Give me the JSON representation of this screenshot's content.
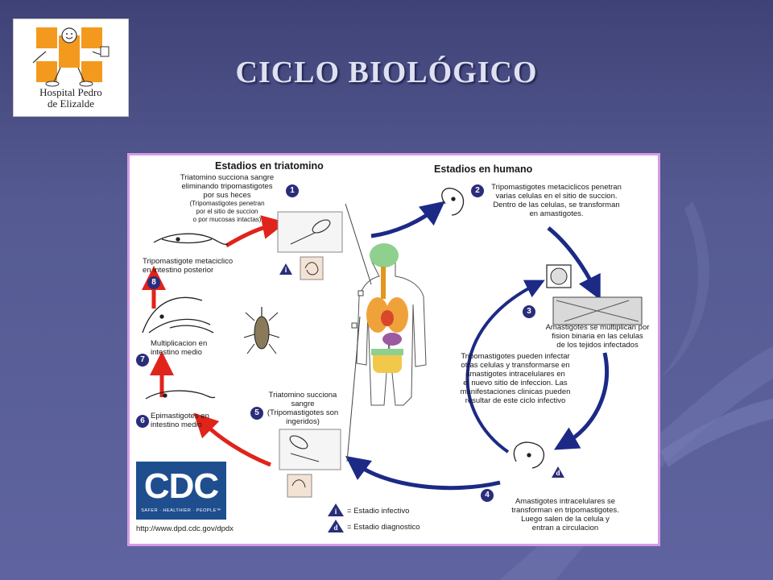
{
  "slide": {
    "title": "CICLO BIOLÓGICO",
    "logo_text_line1": "Hospital Pedro",
    "logo_text_line2": "de Elizalde"
  },
  "figure": {
    "header_left": "Estadios en triatomino",
    "header_right": "Estadios en humano",
    "steps": [
      {
        "n": "1",
        "text": [
          "Triatomino succiona sangre",
          "eliminando tripomastigotes",
          "por sus heces",
          "(Tripomastigotes penetran",
          "por el sitio de succion",
          "o por mucosas intactas)"
        ]
      },
      {
        "n": "2",
        "text": [
          "Tripomastigotes metaciclicos penetran",
          "varias celulas en el sitio de succion.",
          "Dentro de las celulas, se transforman",
          "en amastigotes."
        ]
      },
      {
        "n": "3",
        "text": [
          "Amastigotes se multiplican por",
          "fision binaria en las celulas",
          "de los tejidos infectados"
        ]
      },
      {
        "n": "4",
        "text": [
          "Amastigotes intracelulares se",
          "transforman en tripomastigotes.",
          "Luego salen de la celula y",
          "entran a circulacion"
        ]
      },
      {
        "n": "5",
        "text": [
          "Triatomino succiona",
          "sangre",
          "(Tripomastigotes son",
          "ingeridos)"
        ]
      },
      {
        "n": "6",
        "text": [
          "Epimastigotes en",
          "intestino medio"
        ]
      },
      {
        "n": "7",
        "text": [
          "Multiplicacion en",
          "intestino medio"
        ]
      },
      {
        "n": "8",
        "text": [
          "Tripomastigote metaciclico",
          "en intestino posterior"
        ]
      }
    ],
    "center_note": [
      "Tripomastigotes pueden infectar",
      "otras celulas y transformarse en",
      "amastigotes intracelulares en",
      "el nuevo sitio de infeccion. Las",
      "manifestaciones clinicas pueden",
      "resultar de este ciclo infectivo"
    ],
    "badge_i": "i",
    "badge_d": "d",
    "legend": [
      {
        "symbol": "i",
        "label": "= Estadio infectivo"
      },
      {
        "symbol": "d",
        "label": "= Estadio diagnostico"
      }
    ],
    "cdc_letters": "CDC",
    "cdc_tagline": "SAFER · HEALTHIER · PEOPLE™",
    "url": "http://www.dpd.cdc.gov/dpdx"
  },
  "colors": {
    "arrow_red": "#e0241b",
    "arrow_blue": "#1c2a86",
    "number_circle": "#2a2d7a",
    "frame": "#d59be6",
    "cdc_blue": "#1f4e8f"
  }
}
